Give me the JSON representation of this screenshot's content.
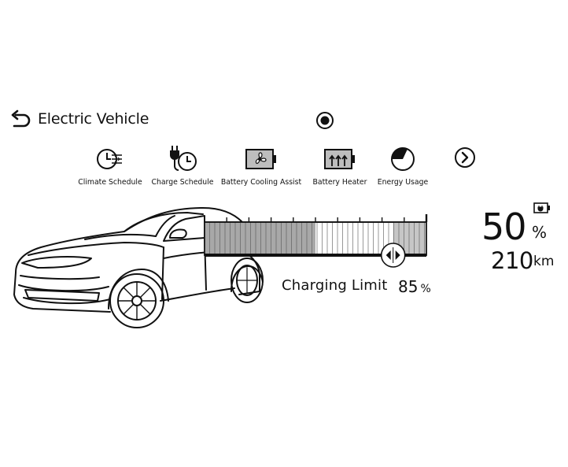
{
  "header": {
    "title": "Electric Vehicle",
    "back_icon": "back-arrow-icon",
    "center_icon": "target-icon"
  },
  "shortcuts": [
    {
      "label": "Climate Schedule",
      "icon": "climate-schedule-icon"
    },
    {
      "label": "Charge Schedule",
      "icon": "charge-schedule-icon"
    },
    {
      "label": "Battery Cooling Assist",
      "icon": "battery-cooling-icon"
    },
    {
      "label": "Battery Heater",
      "icon": "battery-heater-icon"
    },
    {
      "label": "Energy Usage",
      "icon": "energy-usage-icon"
    }
  ],
  "next_icon": "chevron-right-icon",
  "battery_gauge": {
    "charge_percent": 50,
    "limit_percent": 85
  },
  "charging_limit": {
    "label": "Charging Limit",
    "value": "85",
    "unit": "%"
  },
  "status": {
    "battery_level": "50",
    "battery_unit": "%",
    "range": "210",
    "range_unit": "km",
    "battery_icon": "battery-plug-icon"
  },
  "colors": {
    "charged_fill": "#a8a8a8",
    "limit_fill": "#c6c6c6",
    "line": "#111111"
  }
}
